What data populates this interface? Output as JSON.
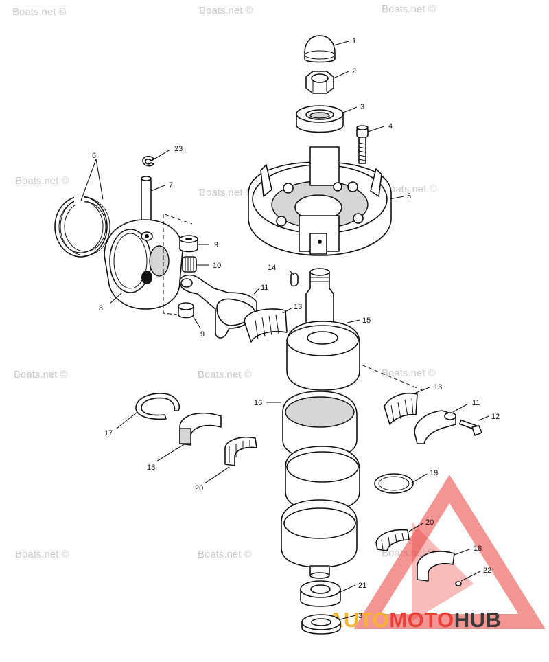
{
  "watermarks": [
    "Boats.net ©",
    "Boats.net ©",
    "Boats.net ©",
    "Boats.net ©",
    "Boats.net ©",
    "Boats.net ©",
    "Boats.net ©",
    "Boats.net ©",
    "Boats.net ©",
    "Boats.net ©",
    "Boats.net ©",
    "Boats.net ©"
  ],
  "callouts": {
    "c1": "1",
    "c2": "2",
    "c3": "3",
    "c4": "4",
    "c5": "5",
    "c6": "6",
    "c7": "7",
    "c8": "8",
    "c9a": "9",
    "c9b": "9",
    "c10": "10",
    "c11a": "11",
    "c11b": "11",
    "c12": "12",
    "c13a": "13",
    "c13b": "13",
    "c14": "14",
    "c15": "15",
    "c16": "16",
    "c17": "17",
    "c18a": "18",
    "c18b": "18",
    "c19": "19",
    "c20a": "20",
    "c20b": "20",
    "c21": "21",
    "c22": "22",
    "c23": "23",
    "c3b": "3"
  },
  "logo": {
    "part_auto": "AUTO",
    "part_moto": "MOTO",
    "part_hub": "HUB",
    "colors": {
      "auto": "#f4b430",
      "moto": "#e9403a",
      "hub": "#3a3a3a",
      "triangle": "#e9403a"
    }
  }
}
